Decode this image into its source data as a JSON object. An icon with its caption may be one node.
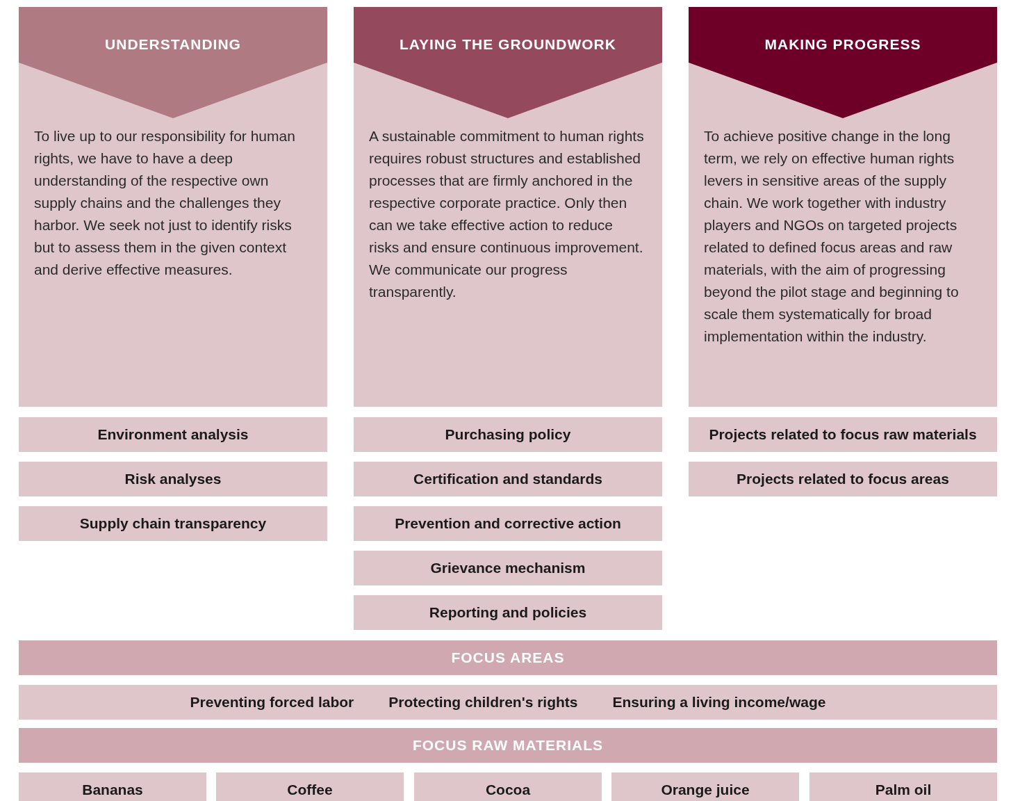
{
  "diagram": {
    "nodes": [
      {
        "text": [
          "UNDERSTANDING",
          "To live up to our responsibility for human rights, we have to have a deep understanding of the respective own supply chains and the challenges they harbor. We seek not just to identify risks but to assess them in the given context and derive effective measures."
        ]
      },
      {
        "text": [
          "LAYING THE GROUNDWORK",
          "A sustainable commitment to human rights requires robust structures and established processes that are firmly anchored in the respective corporate practice. Only then can we take effective action to reduce risks and ensure continuous improvement. We communicate our progress transparently."
        ]
      },
      {
        "text": [
          "MAKING PROGRESS",
          "To achieve positive change in the long term, we rely on effective human rights levers in sensitive areas of the supply chain. We work together with industry players and NGOs on targeted projects related to defined focus areas and raw materials, with the aim of progressing beyond the pilot stage and beginning to scale them systematically for broad implementation within the industry."
        ]
      },
      {
        "text": [
          "Environment analysis"
        ]
      },
      {
        "text": [
          "Purchasing policy"
        ]
      },
      {
        "text": [
          "Projects related to focus raw materials"
        ]
      },
      {
        "text": [
          "Risk analyses"
        ]
      },
      {
        "text": [
          "Certification and standards"
        ]
      },
      {
        "text": [
          "Projects related to focus areas"
        ]
      },
      {
        "text": [
          "Supply chain transparency"
        ]
      },
      {
        "text": [
          "Prevention and corrective action"
        ]
      },
      {
        "text": [
          "Grievance mechanism"
        ]
      },
      {
        "text": [
          "Reporting and policies"
        ]
      },
      {
        "text": [
          "FOCUS AREAS"
        ]
      },
      {
        "text": [
          "Preventing forced labor",
          "Protecting children's rights",
          "Ensuring a living income/wage"
        ]
      },
      {
        "text": [
          "FOCUS RAW MATERIALS"
        ]
      },
      {
        "text": [
          "Bananas"
        ]
      },
      {
        "text": [
          "Coffee"
        ]
      },
      {
        "text": [
          "Cocoa"
        ]
      },
      {
        "text": [
          "Orange juice"
        ]
      },
      {
        "text": [
          "Palm oil"
        ]
      }
    ]
  }
}
